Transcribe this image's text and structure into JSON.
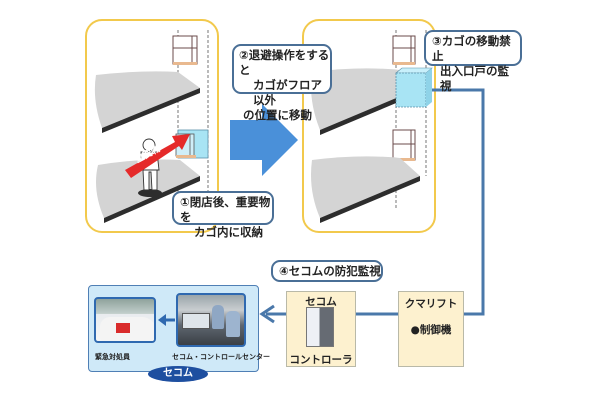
{
  "steps": {
    "step1": {
      "line1": "①閉店後、重要物を",
      "line2": "カゴ内に収納"
    },
    "step2": {
      "line1": "②退避操作をすると",
      "line2": "カゴがフロア以外",
      "line3": "の位置に移動"
    },
    "step3": {
      "line1": "③カゴの移動禁止",
      "line2": "出入口戸の監視"
    },
    "step4": {
      "line1": "④セコムの防犯監視"
    }
  },
  "valuables_label": "重要物",
  "secom_controller": {
    "title": "セコム",
    "subtitle": "コントローラ"
  },
  "kumalift_box": {
    "title": "クマリフト",
    "item": "●制御機"
  },
  "secom_group": {
    "label": "セコム",
    "responder_caption": "緊急対処員",
    "control_center_caption": "セコム・コントロールセンター"
  },
  "colors": {
    "panel_border": "#f2c94c",
    "callout_border": "#4a6f96",
    "signal_line": "#4a78aa",
    "big_arrow": "#4a90d9",
    "valuables_arrow": "#e52a2a",
    "elevator_car": "#a8e4f4",
    "secom_brand": "#1e4fa0"
  }
}
